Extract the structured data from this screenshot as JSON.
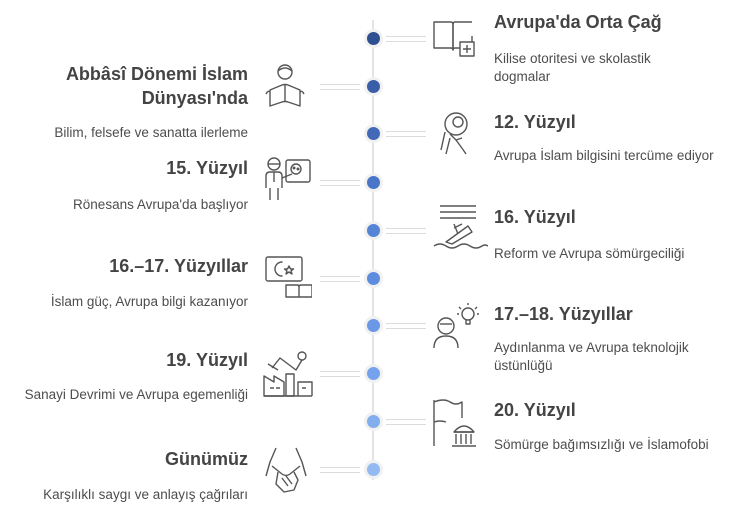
{
  "accent_colors": [
    "#2f4f90",
    "#3a5fa8",
    "#4169b8",
    "#4a75c9",
    "#5583d6",
    "#5e8ddf",
    "#6a98e6",
    "#75a2ea",
    "#83aeee",
    "#93bbf2",
    "#a6c8f6"
  ],
  "events": [
    {
      "side": "right",
      "title": "Avrupa'da Orta Çağ",
      "desc": "Kilise otoritesi ve skolastik dogmalar",
      "icon": "book-plus-icon"
    },
    {
      "side": "left",
      "title": "Abbâsî Dönemi İslam Dünyası'nda",
      "desc": "Bilim, felsefe ve sanatta ilerleme",
      "icon": "reading-person-icon"
    },
    {
      "side": "right",
      "title": "12. Yüzyıl",
      "desc": "Avrupa İslam bilgisini tercüme ediyor",
      "icon": "thinking-person-icon"
    },
    {
      "side": "left",
      "title": "15. Yüzyıl",
      "desc": "Rönesans Avrupa'da başlıyor",
      "icon": "painter-icon"
    },
    {
      "side": "right",
      "title": "16. Yüzyıl",
      "desc": "Reform ve Avrupa sömürgeciliği",
      "icon": "sinking-ship-icon"
    },
    {
      "side": "left",
      "title": "16.–17. Yüzyıllar",
      "desc": "İslam güç, Avrupa bilgi kazanıyor",
      "icon": "crescent-book-icon"
    },
    {
      "side": "right",
      "title": "17.–18. Yüzyıllar",
      "desc": "Aydınlanma ve Avrupa teknolojik üstünlüğü",
      "icon": "lightbulb-person-icon"
    },
    {
      "side": "left",
      "title": "19. Yüzyıl",
      "desc": "Sanayi Devrimi ve Avrupa egemenliği",
      "icon": "factory-icon"
    },
    {
      "side": "right",
      "title": "20. Yüzyıl",
      "desc": "Sömürge bağımsızlığı ve İslamofobi",
      "icon": "flag-building-icon"
    },
    {
      "side": "left",
      "title": "Günümüz",
      "desc": "Karşılıklı saygı ve anlayış çağrıları",
      "icon": "handshake-icon"
    }
  ]
}
